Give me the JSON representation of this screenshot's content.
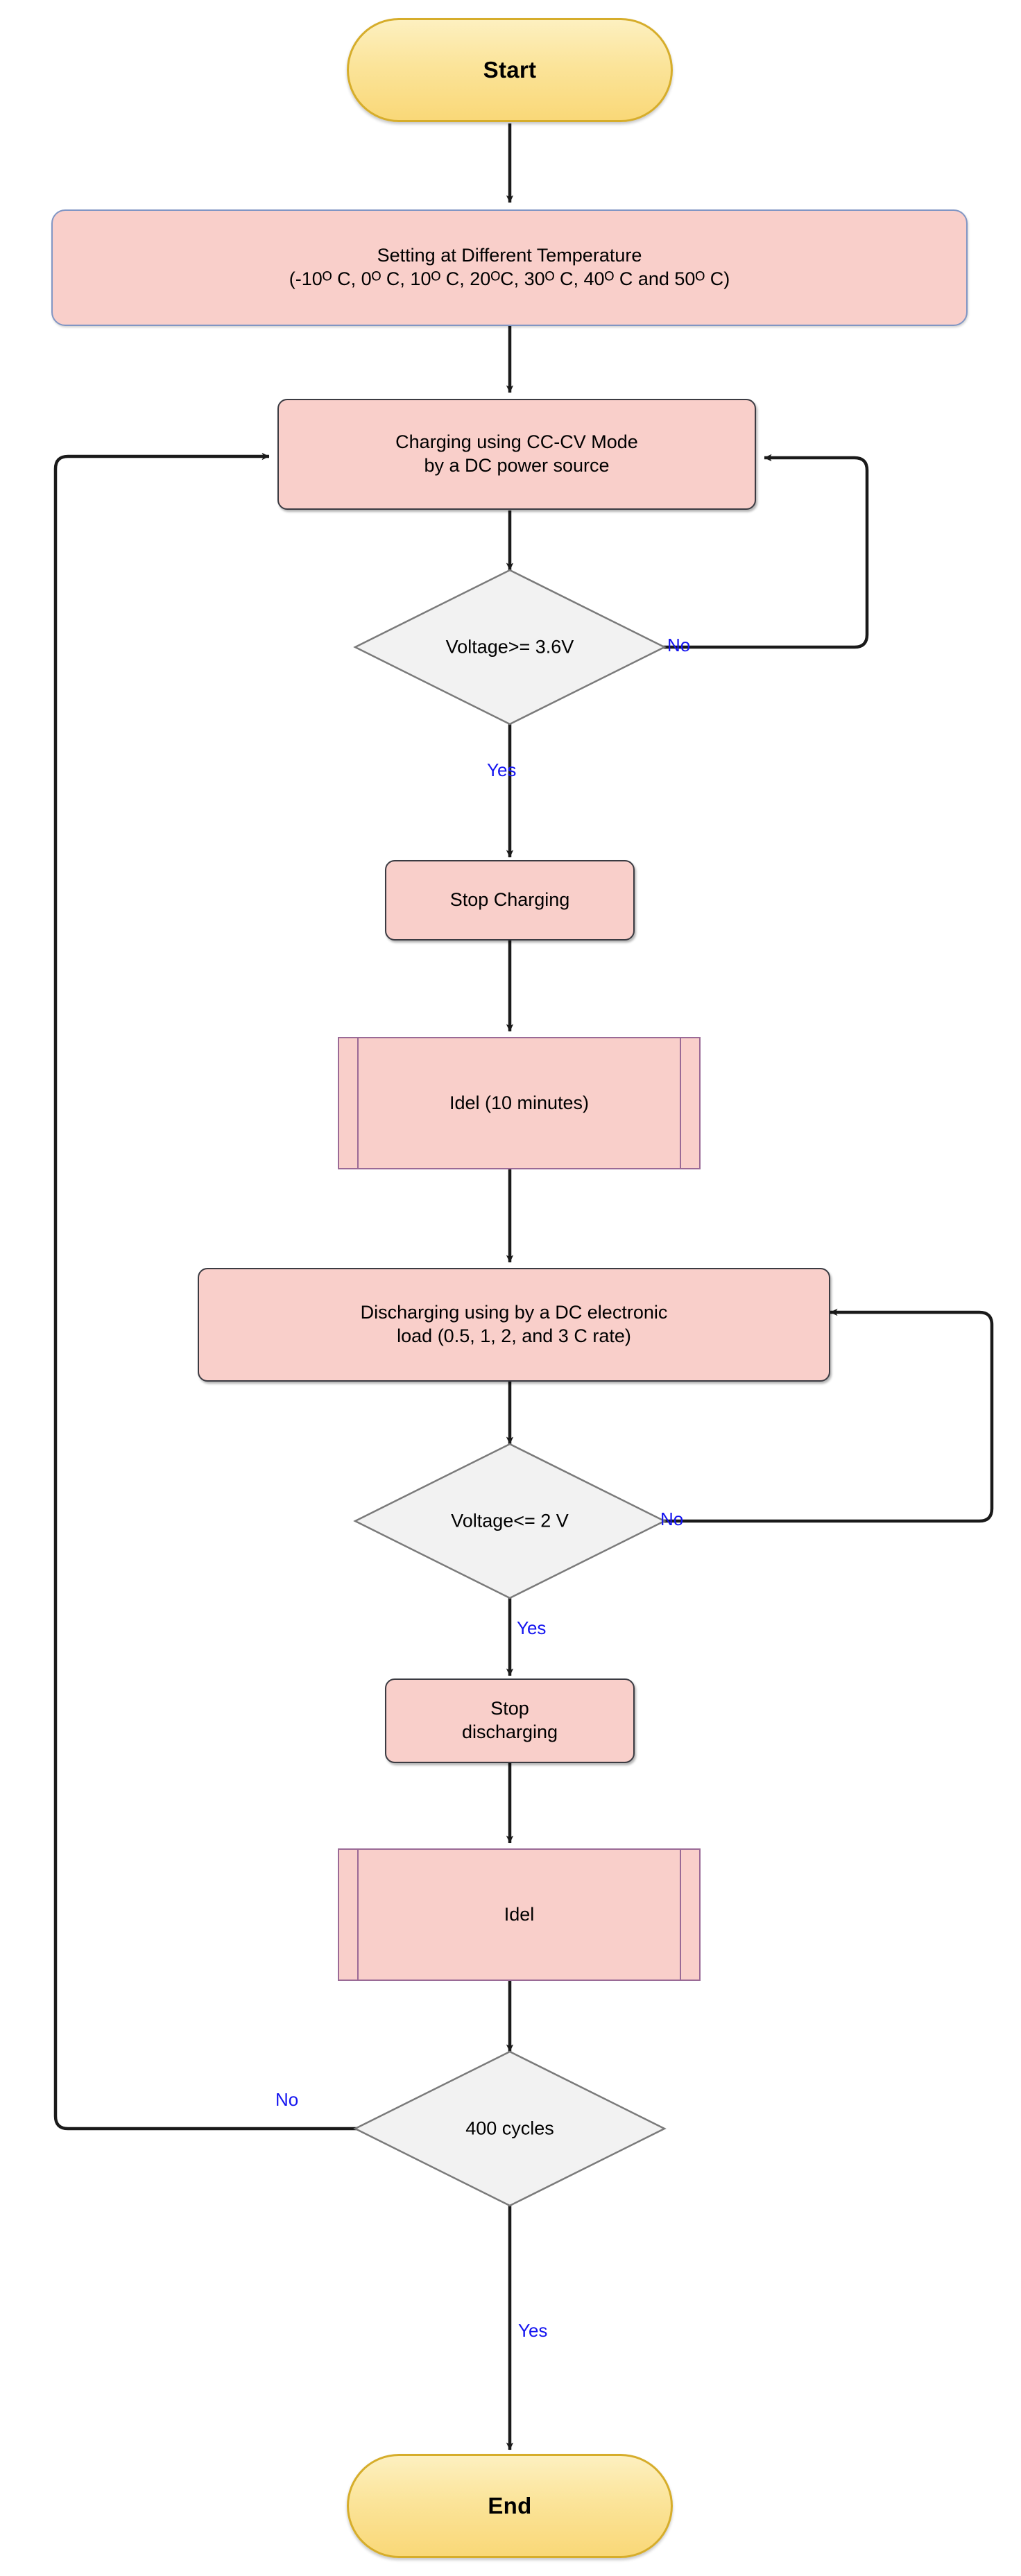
{
  "diagram": {
    "title": "Battery charge-discharge cycling test flowchart",
    "colors": {
      "terminator_fill": "#fbe49a",
      "terminator_border": "#d6ad2b",
      "process_fill": "#f9cfca",
      "process_border": "#3b3b42",
      "soft_border": "#8196c4",
      "predef_border": "#9a6a96",
      "decision_fill": "#f2f2f2",
      "decision_border": "#7a7a7a",
      "edge_label": "#1414f0",
      "connector": "#1a1a1a",
      "background": "#ffffff"
    },
    "nodes": {
      "start": {
        "label": "Start",
        "shape": "terminator"
      },
      "setting": {
        "line1": "Setting at Different Temperature",
        "line2": "(-10ᴼ C, 0ᴼ C, 10ᴼ C, 20ᴼC, 30ᴼ C, 40ᴼ C and 50ᴼ C)",
        "temperatures": [
          "-10 C",
          "0 C",
          "10 C",
          "20 C",
          "30 C",
          "40 C",
          "50 C"
        ],
        "shape": "process"
      },
      "charging": {
        "line1": "Charging using CC-CV Mode",
        "line2": "by a DC power source",
        "shape": "process"
      },
      "decision_charge": {
        "label": "Voltage>= 3.6V",
        "shape": "decision"
      },
      "stop_charging": {
        "label": "Stop Charging",
        "shape": "process"
      },
      "idle_10min": {
        "label": "Idel (10 minutes)",
        "shape": "predefined-process"
      },
      "discharging": {
        "line1": "Discharging using  by a DC electronic",
        "line2": "load (0.5, 1, 2, and 3 C rate)",
        "shape": "process"
      },
      "decision_discharge": {
        "label": "Voltage<= 2 V",
        "shape": "decision"
      },
      "stop_discharging": {
        "line1": "Stop",
        "line2": "discharging",
        "shape": "process"
      },
      "idle": {
        "label": "Idel",
        "shape": "predefined-process"
      },
      "decision_cycles": {
        "label": "400 cycles",
        "shape": "decision"
      },
      "end": {
        "label": "End",
        "shape": "terminator"
      }
    },
    "edge_labels": {
      "charge_no": "No",
      "charge_yes": "Yes",
      "discharge_no": "No",
      "discharge_yes": "Yes",
      "cycles_no": "No",
      "cycles_yes": "Yes"
    }
  }
}
